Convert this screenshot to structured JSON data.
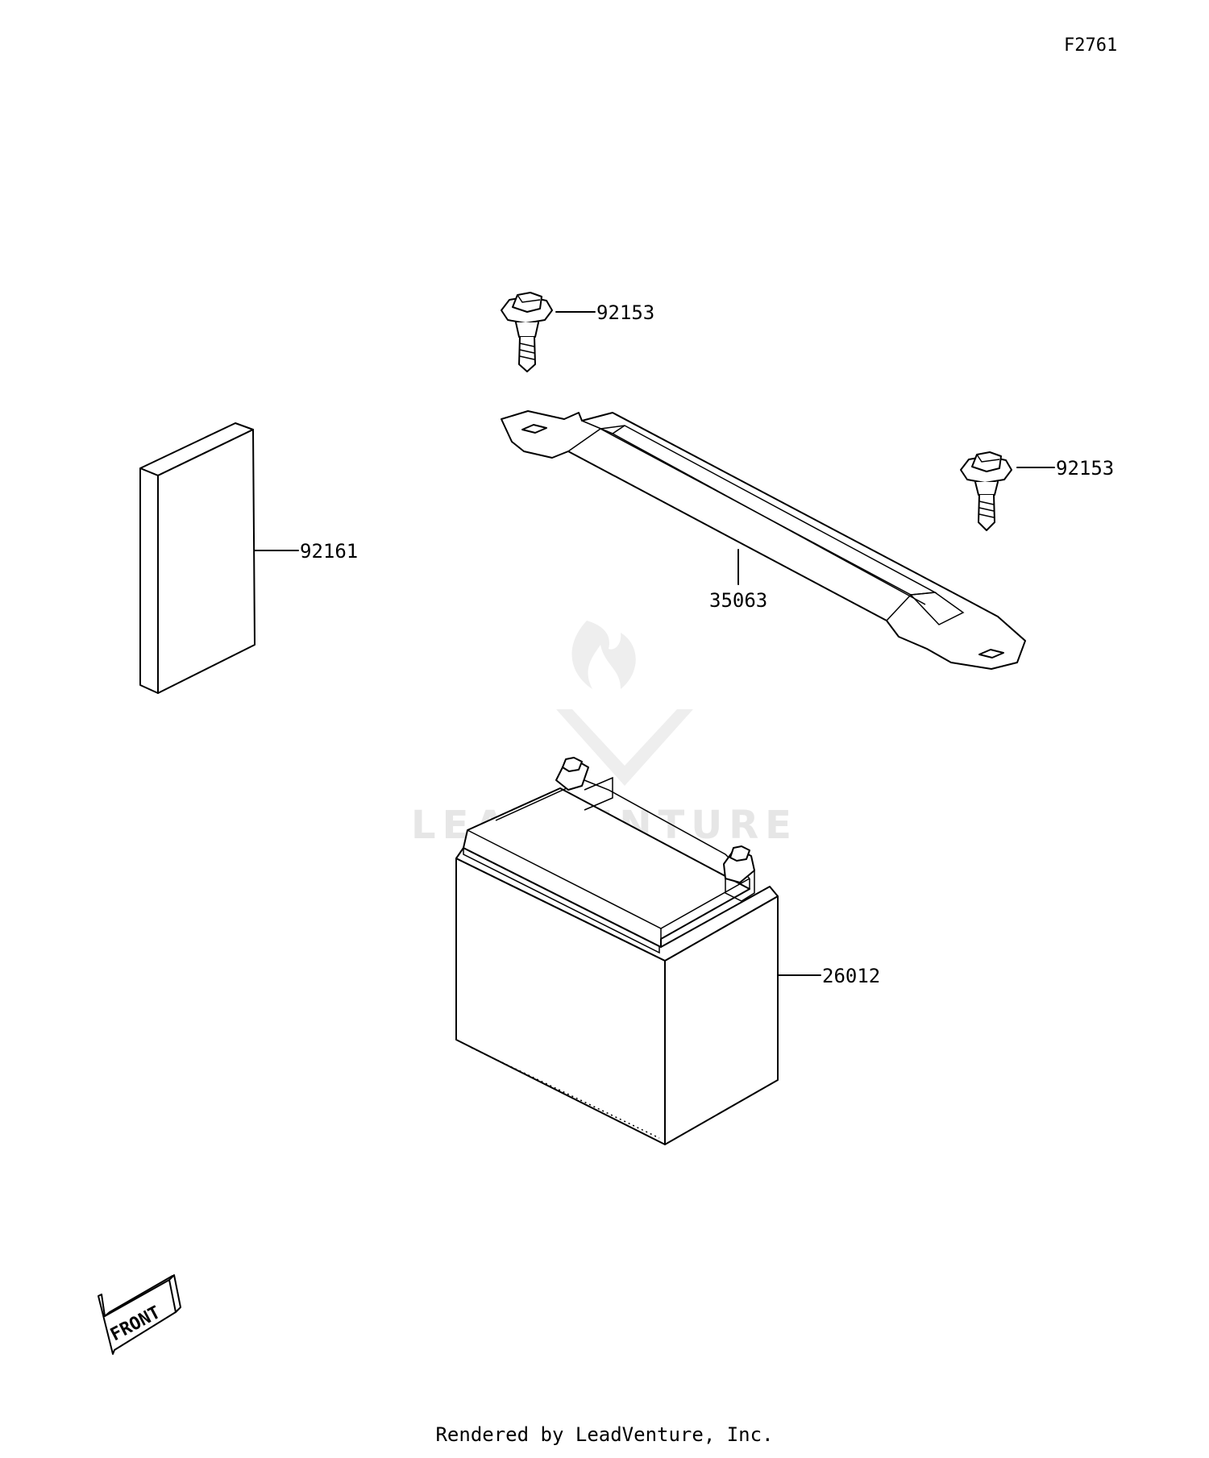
{
  "figure_code": "F2761",
  "parts": [
    {
      "number": "92153",
      "item": "bolt-upper"
    },
    {
      "number": "92153",
      "item": "bolt-right"
    },
    {
      "number": "92161",
      "item": "pad"
    },
    {
      "number": "35063",
      "item": "battery-strap"
    },
    {
      "number": "26012",
      "item": "battery"
    }
  ],
  "front_arrow_label": "FRONT",
  "watermark": "LEADVENTURE",
  "footer": "Rendered by LeadVenture, Inc."
}
